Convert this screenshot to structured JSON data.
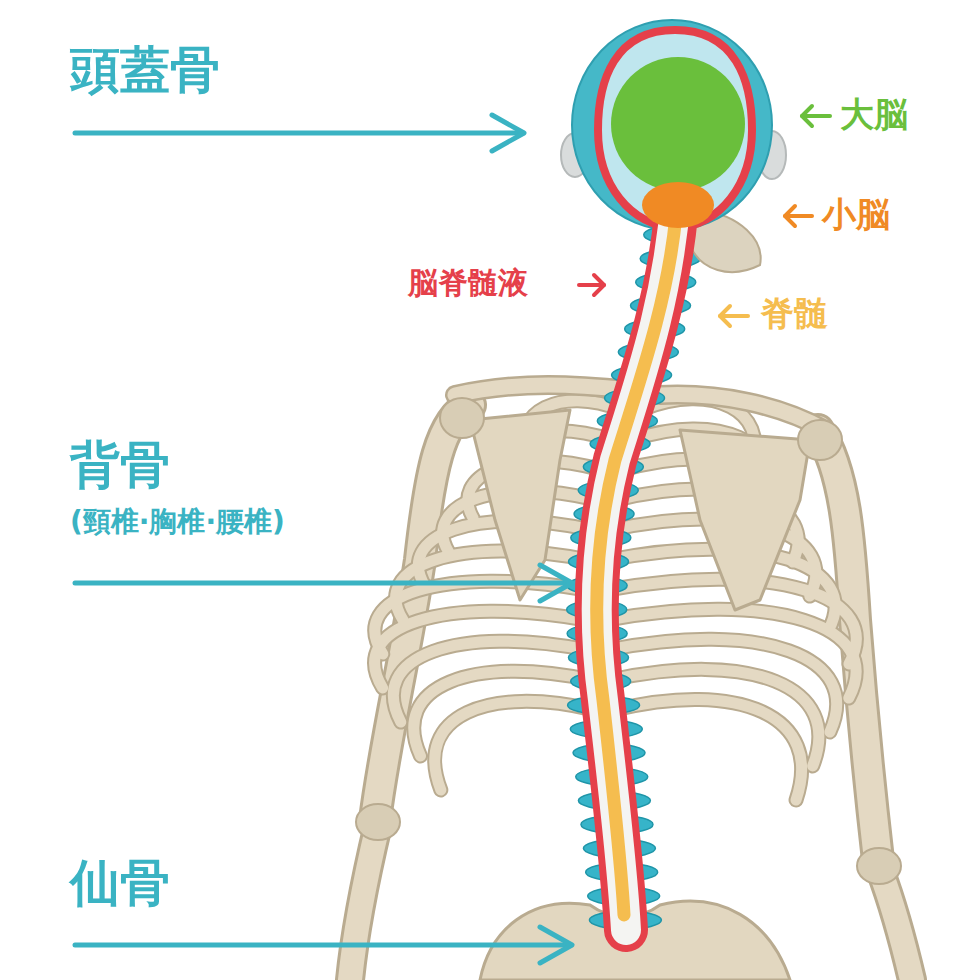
{
  "diagram": {
    "labels": [
      "頭蓋骨",
      "大脳",
      "小脳",
      "脳脊髄液",
      "脊髄",
      "背骨",
      "(頸椎·胸椎·腰椎)",
      "仙骨"
    ]
  }
}
